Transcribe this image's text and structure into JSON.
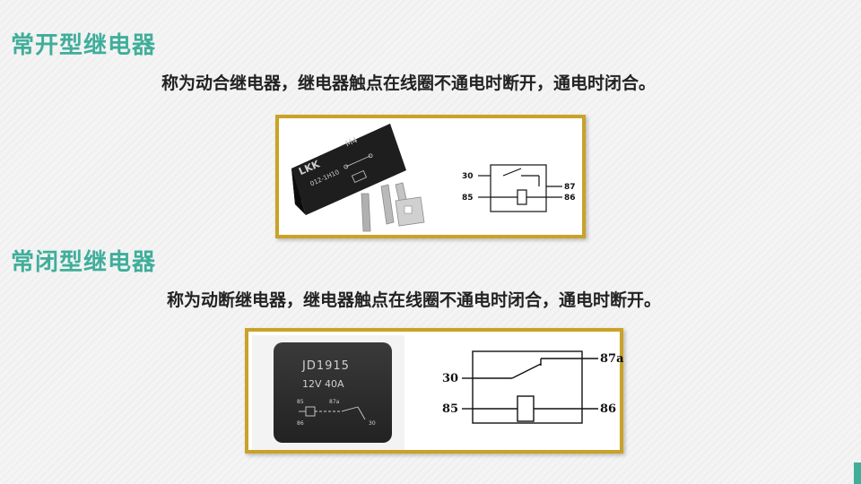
{
  "section1": {
    "title": "常开型继电器",
    "description": "称为动合继电器，继电器触点在线圈不通电时断开，通电时闭合。",
    "relay": {
      "brand": "LKK",
      "model": "M4",
      "part": "012-1H10",
      "body_color": "#1b1b1b"
    },
    "schematic": {
      "left_top": "30",
      "left_bottom": "85",
      "right_top": "87",
      "right_bottom": "86"
    }
  },
  "section2": {
    "title": "常闭型继电器",
    "description": "称为动断继电器，继电器触点在线圈不通电时闭合，通电时断开。",
    "relay": {
      "model": "JD1915",
      "rating": "12V  40A",
      "pin_85": "85",
      "pin_87a": "87a",
      "pin_30": "30",
      "pin_86": "86",
      "body_color": "#2b2b2b"
    },
    "schematic": {
      "left_top": "30",
      "left_bottom": "85",
      "right_top": "87a",
      "right_bottom": "86"
    }
  },
  "colors": {
    "heading": "#3fae9a",
    "frame_border": "#c9a227",
    "text": "#222222"
  }
}
